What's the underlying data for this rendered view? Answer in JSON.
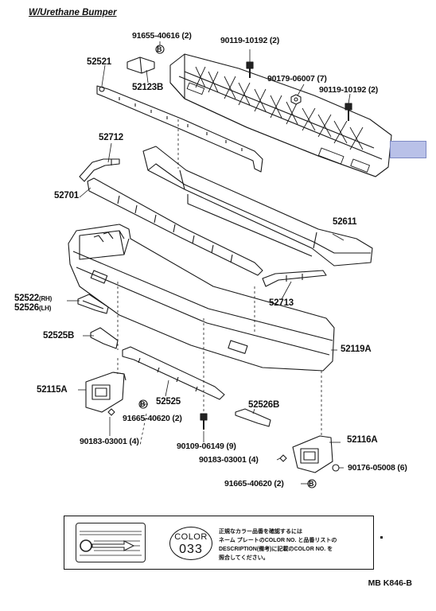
{
  "title": "W/Urethane Bumper",
  "drawing_code": "MB  K846-B",
  "labels": {
    "p52521": "52521",
    "p52123b": "52123B",
    "p91655_40616": "91655-40616 (2)",
    "p90119_top": "90119-10192 (2)",
    "p90179": "90179-06007 (7)",
    "p90119_right": "90119-10192 (2)",
    "p52712": "52712",
    "p52701": "52701",
    "p52611": "52611",
    "p52522_rh": "52522",
    "rh": "(RH)",
    "p52526_lh": "52526",
    "lh": "(LH)",
    "p52713": "52713",
    "p52525b": "52525B",
    "p52119a": "52119A",
    "p52115a": "52115A",
    "p52525": "52525",
    "p91665_left": "91665-40620 (2)",
    "p52526b": "52526B",
    "p90183_left": "90183-03001 (4)",
    "p90109": "90109-06149 (9)",
    "p52116a": "52116A",
    "p90183_right": "90183-03001 (4)",
    "p90176": "90176-05008 (6)",
    "p91665_right": "91665-40620 (2)"
  },
  "markers": {
    "b": "B"
  },
  "legend": {
    "color_word": "COLOR",
    "color_code": "033",
    "note_line1": "正規なカラー品番を確認するには",
    "note_line2": "ネーム プレートのCOLOR NO. と品番リストの",
    "note_line3": "DESCRIPTION(備考)に記載のCOLOR NO. を",
    "note_line4": "照合してください。"
  },
  "colors": {
    "line": "#1a1a1a",
    "callout_fill": "#b9c1e8",
    "background": "#ffffff"
  }
}
